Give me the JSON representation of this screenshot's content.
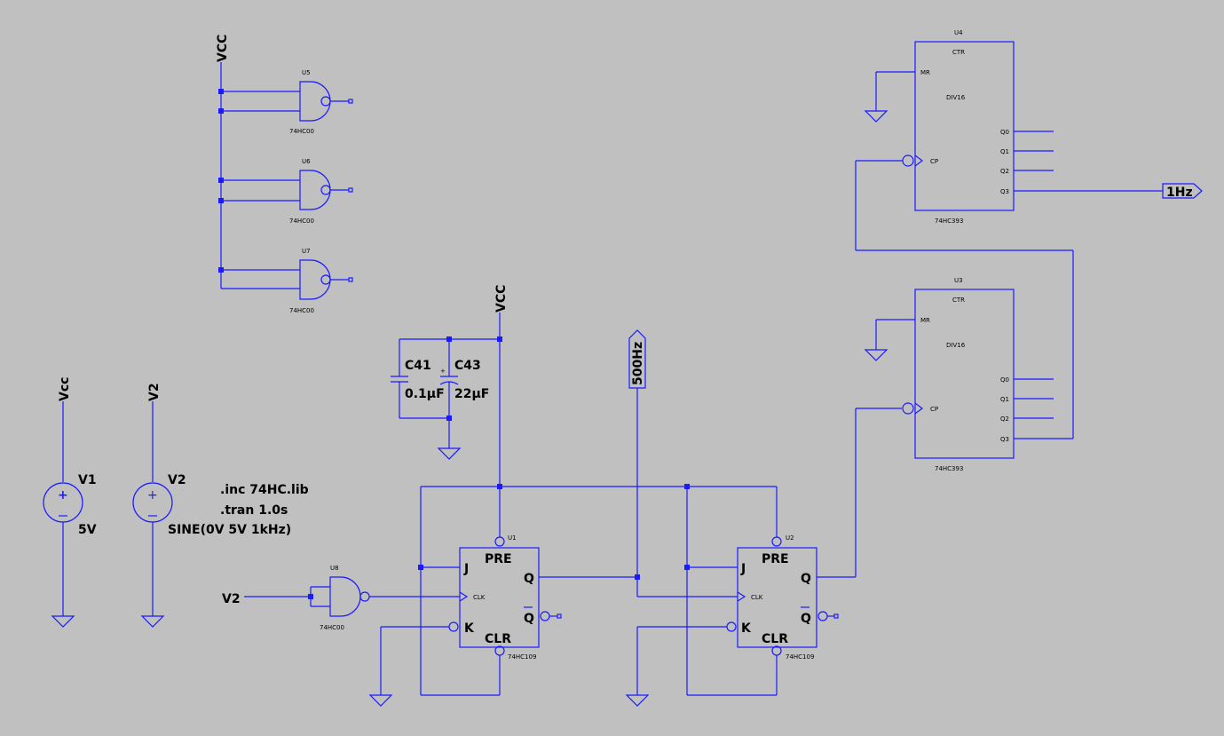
{
  "net_labels": {
    "vcc_top": "VCC",
    "vcc_mid": "VCC",
    "vcc_source": "Vcc",
    "v2_source": "V2",
    "v2_input": "V2",
    "out_500": "500Hz",
    "out_1": "1Hz"
  },
  "sources": {
    "v1": {
      "name": "V1",
      "value": "5V"
    },
    "v2": {
      "name": "V2",
      "value": "SINE(0V 5V 1kHz)"
    }
  },
  "directives": {
    "inc": ".inc 74HC.lib",
    "tran": ".tran 1.0s"
  },
  "capacitors": {
    "c41": {
      "name": "C41",
      "value": "0.1µF"
    },
    "c43": {
      "name": "C43",
      "value": "22µF"
    }
  },
  "nand_gates": [
    {
      "ref": "U5",
      "part": "74HC00"
    },
    {
      "ref": "U6",
      "part": "74HC00"
    },
    {
      "ref": "U7",
      "part": "74HC00"
    },
    {
      "ref": "U8",
      "part": "74HC00"
    }
  ],
  "flip_flops": [
    {
      "ref": "U1",
      "part": "74HC109",
      "pins": {
        "pre": "PRE",
        "clr": "CLR",
        "j": "J",
        "k": "K",
        "q": "Q",
        "qbar": "Q",
        "clk": "CLK"
      }
    },
    {
      "ref": "U2",
      "part": "74HC109",
      "pins": {
        "pre": "PRE",
        "clr": "CLR",
        "j": "J",
        "k": "K",
        "q": "Q",
        "qbar": "Q",
        "clk": "CLK"
      }
    }
  ],
  "counters": [
    {
      "ref": "U4",
      "part": "74HC393",
      "pins": {
        "ctr": "CTR",
        "mr": "MR",
        "div": "DIV16",
        "cp": "CP",
        "q0": "Q0",
        "q1": "Q1",
        "q2": "Q2",
        "q3": "Q3"
      }
    },
    {
      "ref": "U3",
      "part": "74HC393",
      "pins": {
        "ctr": "CTR",
        "mr": "MR",
        "div": "DIV16",
        "cp": "CP",
        "q0": "Q0",
        "q1": "Q1",
        "q2": "Q2",
        "q3": "Q3"
      }
    }
  ],
  "colors": {
    "wire": "#1a1aff",
    "background": "#c0c0c0",
    "text": "#000000"
  }
}
